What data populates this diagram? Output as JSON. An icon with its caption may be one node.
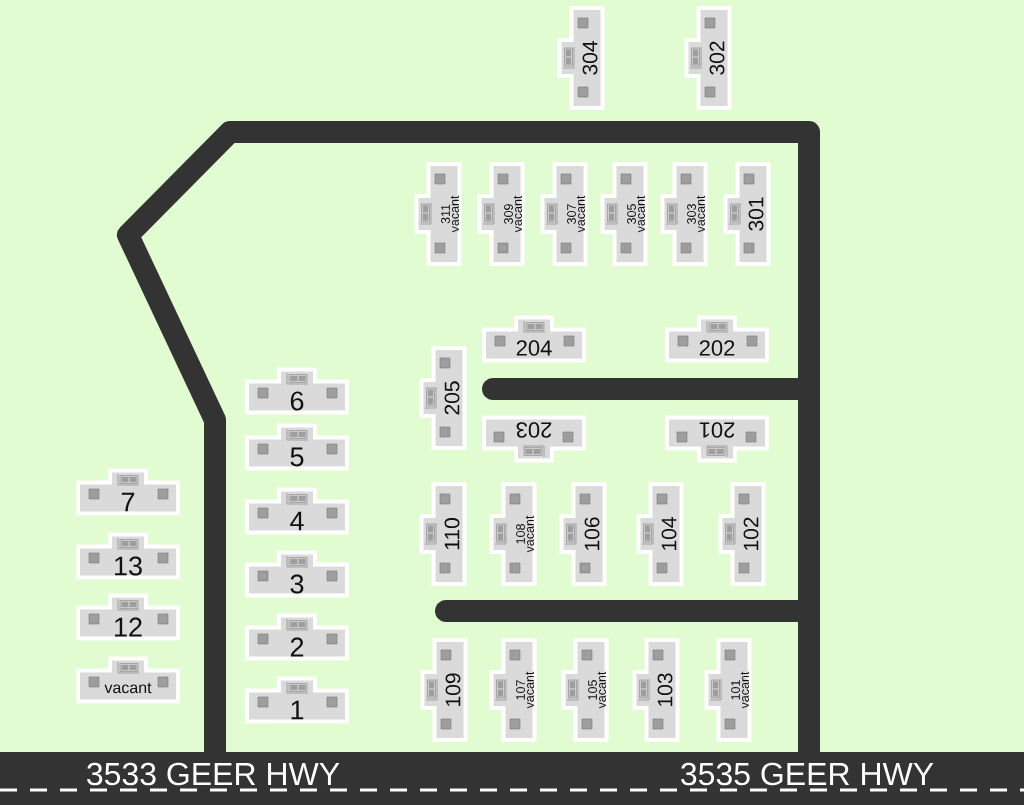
{
  "diagram": {
    "nodes": [
      {
        "text": [
          "304"
        ]
      },
      {
        "text": [
          "302"
        ]
      },
      {
        "text": [
          "311",
          "vacant"
        ]
      },
      {
        "text": [
          "309",
          "vacant"
        ]
      },
      {
        "text": [
          "307",
          "vacant"
        ]
      },
      {
        "text": [
          "305",
          "vacant"
        ]
      },
      {
        "text": [
          "303",
          "vacant"
        ]
      },
      {
        "text": [
          "301"
        ]
      },
      {
        "text": [
          "204"
        ]
      },
      {
        "text": [
          "202"
        ]
      },
      {
        "text": [
          "205"
        ]
      },
      {
        "text": [
          "203"
        ]
      },
      {
        "text": [
          "201"
        ]
      },
      {
        "text": [
          "6"
        ]
      },
      {
        "text": [
          "5"
        ]
      },
      {
        "text": [
          "4"
        ]
      },
      {
        "text": [
          "3"
        ]
      },
      {
        "text": [
          "2"
        ]
      },
      {
        "text": [
          "1"
        ]
      },
      {
        "text": [
          "7"
        ]
      },
      {
        "text": [
          "13"
        ]
      },
      {
        "text": [
          "12"
        ]
      },
      {
        "text": [
          "vacant"
        ]
      },
      {
        "text": [
          "110"
        ]
      },
      {
        "text": [
          "108",
          "vacant"
        ]
      },
      {
        "text": [
          "106"
        ]
      },
      {
        "text": [
          "104"
        ]
      },
      {
        "text": [
          "102"
        ]
      },
      {
        "text": [
          "109"
        ]
      },
      {
        "text": [
          "107",
          "vacant"
        ]
      },
      {
        "text": [
          "105",
          "vacant"
        ]
      },
      {
        "text": [
          "103"
        ]
      },
      {
        "text": [
          "101",
          "vacant"
        ]
      }
    ],
    "labels": [
      "3533 GEER HWY",
      "3535 GEER HWY"
    ]
  }
}
